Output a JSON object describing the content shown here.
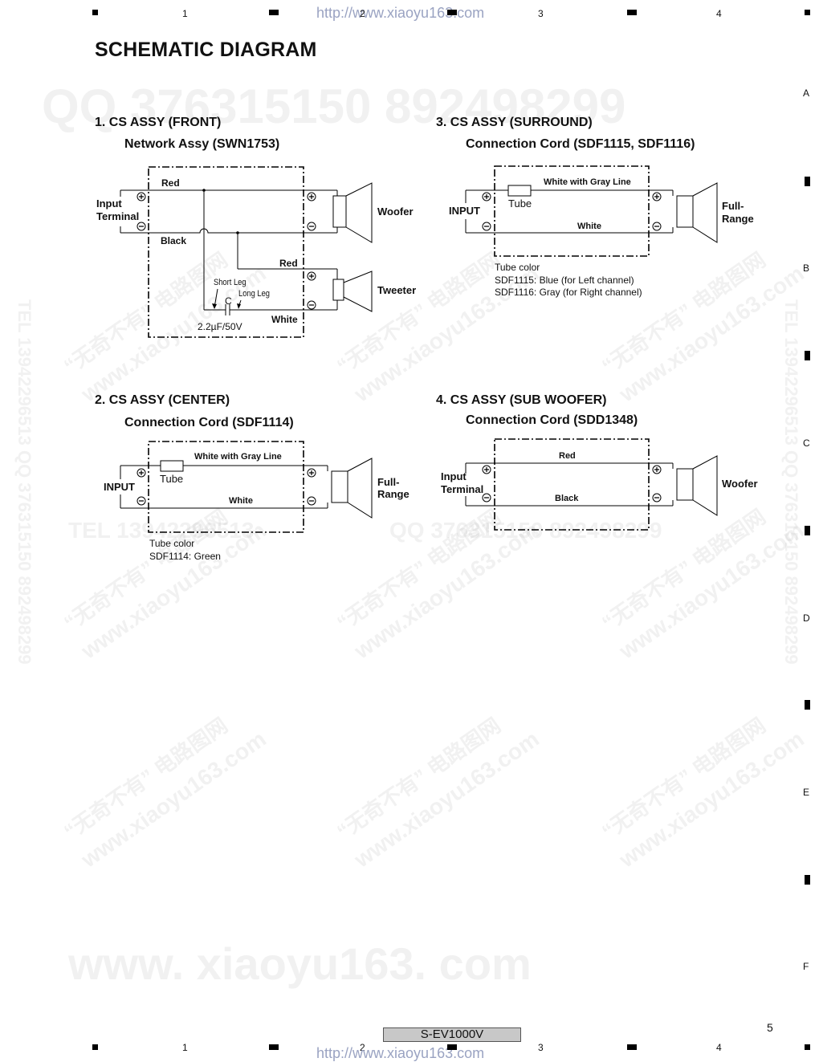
{
  "header": {
    "url": "http://www.xiaoyu163.com",
    "col_labels": [
      "1",
      "2",
      "3",
      "4"
    ]
  },
  "row_labels": [
    "A",
    "B",
    "C",
    "D",
    "E",
    "F"
  ],
  "title": "SCHEMATIC DIAGRAM",
  "watermarks": {
    "qq": "QQ 376315150   892498299",
    "tel_vertical": "TEL 13942296513  QQ 376315150  892498299",
    "tel_mid": "TEL 13942296513",
    "qq_mid": "QQ 376315150  892498299",
    "cn": "“无奇不有” 电路图网",
    "site": "www.xiaoyu163.com",
    "big_site": "www. xiaoyu163. com"
  },
  "sections": {
    "front": {
      "heading": "1. CS ASSY (FRONT)",
      "subheading": "Network Assy (SWN1753)",
      "input_label_1": "Input",
      "input_label_2": "Terminal",
      "red": "Red",
      "black": "Black",
      "red2": "Red",
      "white": "White",
      "short_leg": "Short Leg",
      "long_leg": "Long Leg",
      "cap": "C",
      "cap_value": "2.2µF/50V",
      "woofer": "Woofer",
      "tweeter": "Tweeter"
    },
    "surround": {
      "heading": "3. CS ASSY (SURROUND)",
      "subheading": "Connection Cord (SDF1115, SDF1116)",
      "input": "INPUT",
      "tube": "Tube",
      "wire_top": "White with Gray Line",
      "wire_bottom": "White",
      "speaker_1": "Full-",
      "speaker_2": "Range",
      "note_1": "Tube color",
      "note_2": "SDF1115: Blue (for Left channel)",
      "note_3": "SDF1116: Gray (for Right channel)"
    },
    "center": {
      "heading": "2. CS ASSY (CENTER)",
      "subheading": "Connection Cord (SDF1114)",
      "input": "INPUT",
      "tube": "Tube",
      "wire_top": "White with Gray Line",
      "wire_bottom": "White",
      "speaker_1": "Full-",
      "speaker_2": "Range",
      "note_1": "Tube color",
      "note_2": "SDF1114: Green"
    },
    "subwoofer": {
      "heading": "4. CS ASSY (SUB WOOFER)",
      "subheading": "Connection Cord (SDD1348)",
      "input_label_1": "Input",
      "input_label_2": "Terminal",
      "wire_top": "Red",
      "wire_bottom": "Black",
      "speaker": "Woofer"
    }
  },
  "footer": {
    "model": "S-EV1000V",
    "page": "5",
    "url": "http://www.xiaoyu163.com"
  }
}
